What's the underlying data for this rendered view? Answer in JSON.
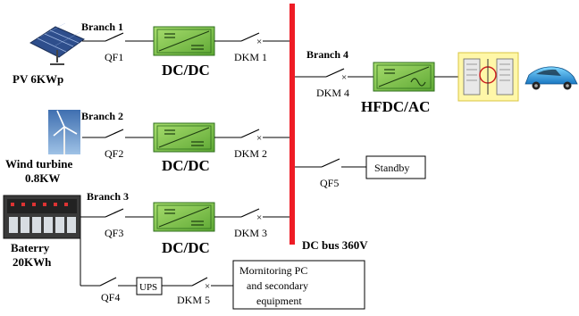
{
  "bus": {
    "label": "DC bus 360V",
    "color": "#ee1c25"
  },
  "branches": {
    "b1": {
      "label": "Branch 1",
      "switch": "QF1",
      "converter": "DC/DC",
      "bus_switch": "DKM 1",
      "source": "PV 6KWp"
    },
    "b2": {
      "label": "Branch 2",
      "switch": "QF2",
      "converter": "DC/DC",
      "bus_switch": "DKM 2",
      "source_line1": "Wind turbine",
      "source_line2": "0.8KW"
    },
    "b3": {
      "label": "Branch 3",
      "switch": "QF3",
      "converter": "DC/DC",
      "bus_switch": "DKM 3",
      "source_line1": "Baterry",
      "source_line2": "20KWh"
    },
    "b4": {
      "label": "Branch 4",
      "bus_switch": "DKM 4",
      "converter": "HFDC/AC"
    }
  },
  "standby": {
    "switch": "QF5",
    "label": "Standby"
  },
  "monitor": {
    "switch_in": "QF4",
    "ups": "UPS",
    "switch_out": "DKM 5",
    "line1": "Mornitoring PC",
    "line2": "and secondary",
    "line3": "equipment"
  },
  "colors": {
    "converter_fill": "#7ec54a",
    "converter_stroke": "#2f6f1e"
  },
  "icons": [
    "solar-panel-icon",
    "wind-turbine-icon",
    "battery-bank-icon",
    "motor-drive-icon",
    "electric-car-icon"
  ]
}
